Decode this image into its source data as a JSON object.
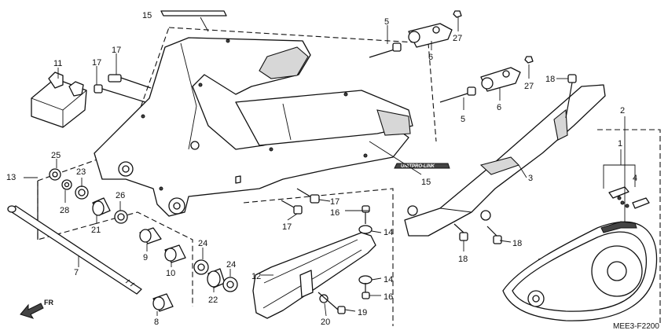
{
  "diagram": {
    "code": "MEE3-F2200",
    "direction_label": "FR",
    "decal_text": "UNITPRO-LINK",
    "callouts": [
      {
        "id": "c1",
        "text": "15"
      },
      {
        "id": "c2",
        "text": "5"
      },
      {
        "id": "c3",
        "text": "27"
      },
      {
        "id": "c4",
        "text": "6"
      },
      {
        "id": "c5",
        "text": "11"
      },
      {
        "id": "c6",
        "text": "17"
      },
      {
        "id": "c7",
        "text": "17"
      },
      {
        "id": "c8",
        "text": "27"
      },
      {
        "id": "c9",
        "text": "18"
      },
      {
        "id": "c10",
        "text": "6"
      },
      {
        "id": "c11",
        "text": "5"
      },
      {
        "id": "c12",
        "text": "2"
      },
      {
        "id": "c13",
        "text": "1"
      },
      {
        "id": "c14",
        "text": "4"
      },
      {
        "id": "c15",
        "text": "3"
      },
      {
        "id": "c16",
        "text": "15"
      },
      {
        "id": "c17",
        "text": "25"
      },
      {
        "id": "c18",
        "text": "13"
      },
      {
        "id": "c19",
        "text": "23"
      },
      {
        "id": "c20",
        "text": "26"
      },
      {
        "id": "c21",
        "text": "28"
      },
      {
        "id": "c22",
        "text": "21"
      },
      {
        "id": "c23",
        "text": "17"
      },
      {
        "id": "c24",
        "text": "16"
      },
      {
        "id": "c25",
        "text": "17"
      },
      {
        "id": "c26",
        "text": "14"
      },
      {
        "id": "c27",
        "text": "18"
      },
      {
        "id": "c28",
        "text": "18"
      },
      {
        "id": "c29",
        "text": "9"
      },
      {
        "id": "c30",
        "text": "24"
      },
      {
        "id": "c31",
        "text": "24"
      },
      {
        "id": "c32",
        "text": "7"
      },
      {
        "id": "c33",
        "text": "10"
      },
      {
        "id": "c34",
        "text": "12"
      },
      {
        "id": "c35",
        "text": "14"
      },
      {
        "id": "c36",
        "text": "22"
      },
      {
        "id": "c37",
        "text": "16"
      },
      {
        "id": "c38",
        "text": "8"
      },
      {
        "id": "c39",
        "text": "20"
      },
      {
        "id": "c40",
        "text": "19"
      }
    ]
  }
}
